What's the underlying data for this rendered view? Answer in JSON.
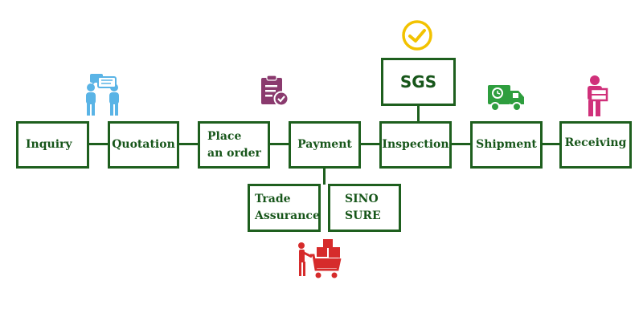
{
  "steps": {
    "inquiry": "Inquiry",
    "quotation": "Quotation",
    "place_order": [
      "Place",
      "an order"
    ],
    "payment": "Payment",
    "inspection": "Inspection",
    "shipment": "Shipment",
    "receiving": "Receiving"
  },
  "payment_options": {
    "trade_assurance": [
      "Trade",
      "Assurance"
    ],
    "sino_sure": [
      "SINO",
      "SURE"
    ]
  },
  "inspection_agency": "SGS",
  "icons": {
    "inquiry": "people-chat-icon",
    "place_order": "clipboard-check-icon",
    "sgs": "checkmark-circle-icon",
    "shipment": "delivery-truck-icon",
    "receiving": "person-carrying-box-icon",
    "payment": "shopping-cart-icon"
  },
  "colors": {
    "box_border": "#1e5f1e",
    "text": "#17561a",
    "people_icon": "#5ab4e6",
    "clipboard_icon": "#8a3a6e",
    "check_icon": "#f2c200",
    "truck_icon": "#2e9e3e",
    "receiver_icon": "#d0307a",
    "cart_icon": "#d62b2b"
  }
}
